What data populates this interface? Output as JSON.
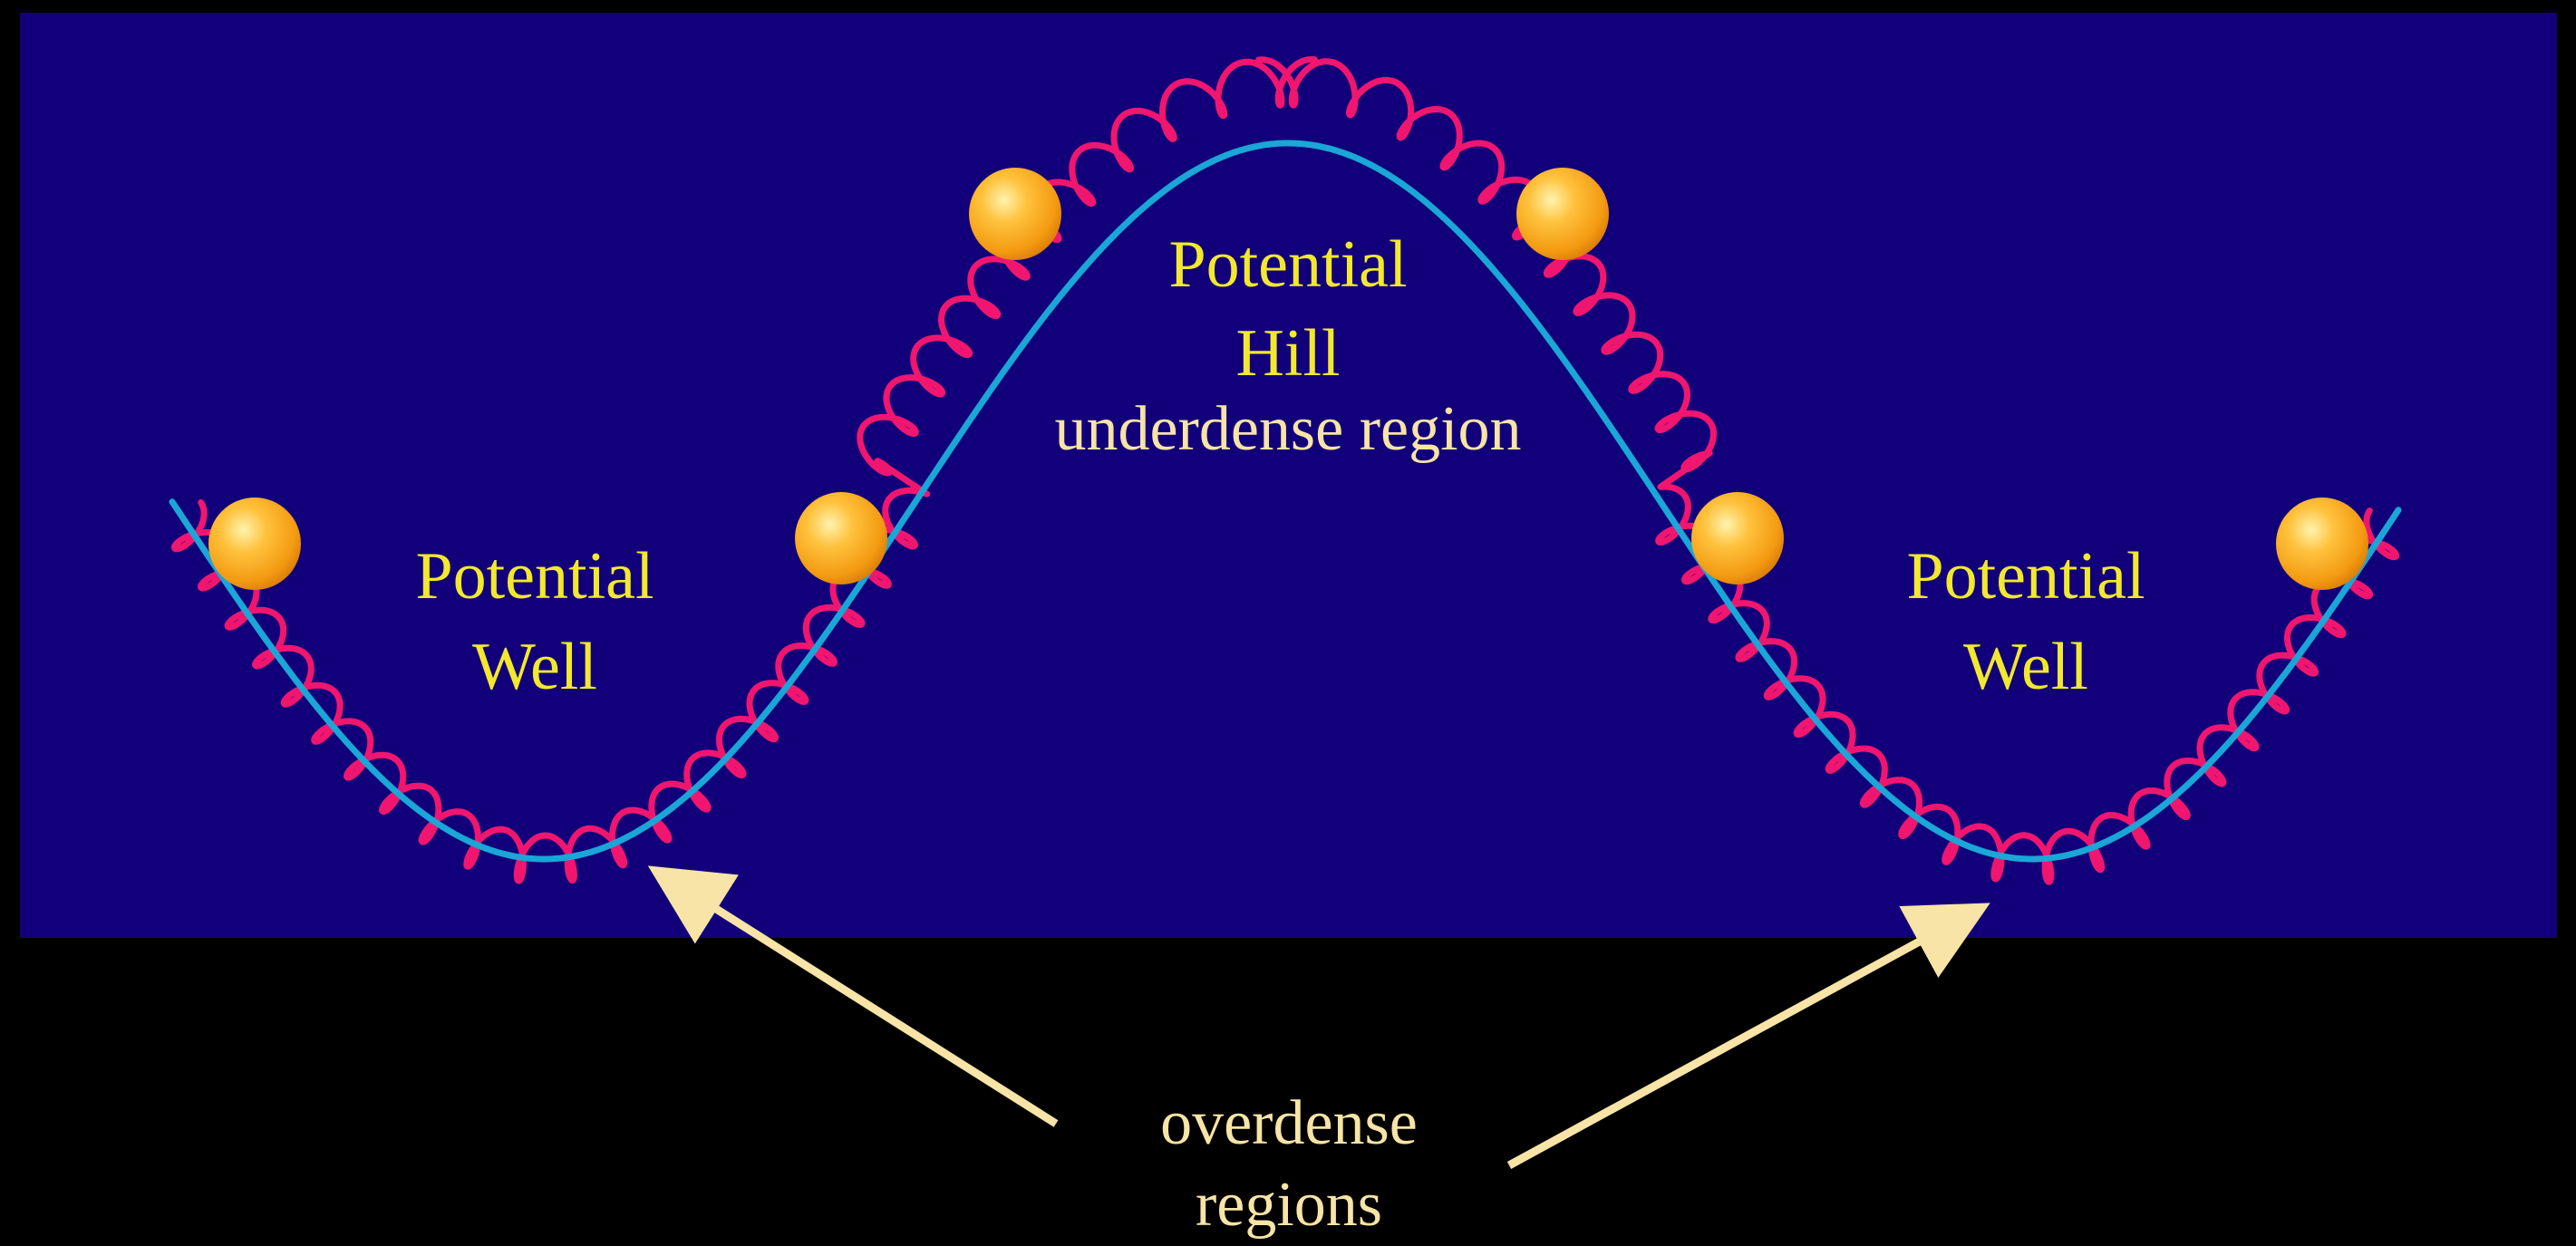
{
  "labels": {
    "hill_line1": "Potential",
    "hill_line2": "Hill",
    "underdense": "underdense region",
    "left_well_line1": "Potential",
    "left_well_line2": "Well",
    "right_well_line1": "Potential",
    "right_well_line2": "Well",
    "overdense_line1": "overdense",
    "overdense_line2": "regions"
  },
  "colors": {
    "page_background": "#000000",
    "panel_background": "#12007a",
    "potential_curve": "#1aa6d6",
    "spring": "#f0166f",
    "ball": "#f7a31a",
    "label_text": "#f2e92e",
    "annotation_text": "#f7e4a6",
    "arrow": "#f7e4a6"
  },
  "balls": {
    "count": 6
  },
  "springs": {
    "count": 2
  },
  "arrows": {
    "count": 2
  }
}
